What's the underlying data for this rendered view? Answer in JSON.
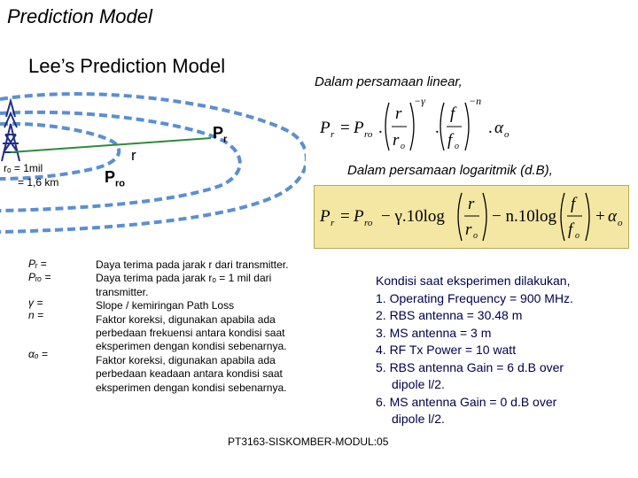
{
  "title": "Prediction Model",
  "subtitle": "Lee’s Prediction Model",
  "notes": {
    "linear": "Dalam persamaan linear,",
    "logarithmic": "Dalam persamaan logaritmik (d.B),"
  },
  "diagram": {
    "r_label": "r",
    "pr_main": "P",
    "pr_sub": "r",
    "ro_line1": "rₒ = 1mil",
    "ro_line2": "= 1,6 km",
    "pro_main": "P",
    "pro_sub": "ro"
  },
  "symbols": {
    "pr": "Pᵣ =",
    "pro": "Pᵣₒ =",
    "gamma": "γ =",
    "n": "n =",
    "alpha": "αₒ ="
  },
  "definitions": [
    "Daya terima pada jarak r dari transmitter.",
    "Daya terima pada jarak rₒ = 1 mil dari",
    "transmitter.",
    "Slope / kemiringan Path Loss",
    "Faktor koreksi, digunakan apabila ada",
    "perbedaan frekuensi antara kondisi saat",
    "eksperimen dengan kondisi sebenarnya.",
    " Faktor koreksi, digunakan apabila ada",
    "perbedaan keadaan antara kondisi saat",
    "eksperimen dengan kondisi sebenarnya."
  ],
  "conditions": {
    "heading": "Kondisi saat eksperimen dilakukan,",
    "items": [
      "1. Operating Frequency = 900 MHz.",
      "2. RBS antenna  = 30.48 m",
      "3. MS antenna = 3 m",
      "4. RF Tx Power = 10 watt",
      "5. RBS antenna Gain = 6 d.B over",
      "dipole l/2.",
      "6. MS antenna Gain = 0 d.B over",
      "dipole l/2."
    ]
  },
  "equations": {
    "linear": {
      "pr": "P",
      "r_sub": "r",
      "eq": "=",
      "pro": "P",
      "ro_sub": "ro",
      "r": "r",
      "ro": "r",
      "o_sub": "o",
      "gamma_exp": "−γ",
      "f": "f",
      "fo": "f",
      "n_exp": "−n",
      "alpha": "α"
    },
    "log": {
      "pr": "P",
      "r_sub": "r",
      "eq": "=",
      "pro": "P",
      "ro_sub": "ro",
      "gamma_term": "− γ.10log",
      "n_term": "− n.10log",
      "r": "r",
      "ro": "r",
      "o_sub": "o",
      "f": "f",
      "fo": "f",
      "plus": "+",
      "alpha": "α"
    }
  },
  "footer": "PT3163-SISKOMBER-MODUL:05",
  "colors": {
    "ring": "#5b8fd3",
    "equation_bg": "#f3e7a3",
    "conditions_text": "#00004b"
  }
}
